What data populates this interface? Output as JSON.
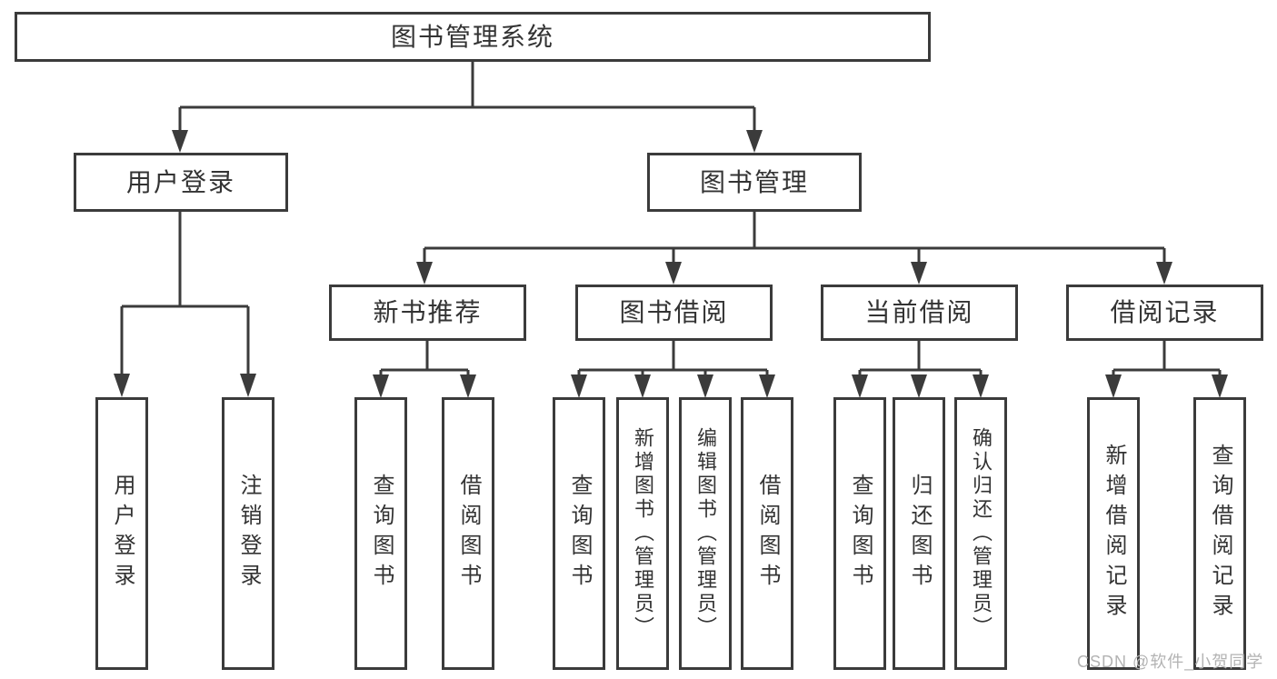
{
  "colors": {
    "line": "#3b3b3b",
    "box_border": "#3b3b3b",
    "text": "#333333",
    "watermark_text": "#b3b3b3",
    "background": "#ffffff"
  },
  "watermark": {
    "text": "CSDN @软件_小贺同学"
  },
  "tree": {
    "root": {
      "label": "图书管理系统"
    },
    "branches": [
      {
        "label": "用户登录",
        "children": [
          "用户登录",
          "注销登录"
        ]
      },
      {
        "label": "图书管理",
        "children": [
          {
            "label": "新书推荐",
            "children": [
              "查询图书",
              "借阅图书"
            ]
          },
          {
            "label": "图书借阅",
            "children": [
              "查询图书",
              "新增图书（管理员）",
              "编辑图书（管理员）",
              "借阅图书"
            ]
          },
          {
            "label": "当前借阅",
            "children": [
              "查询图书",
              "归还图书",
              "确认归还（管理员）"
            ]
          },
          {
            "label": "借阅记录",
            "children": [
              "新增借阅记录",
              "查询借阅记录"
            ]
          }
        ]
      }
    ]
  }
}
